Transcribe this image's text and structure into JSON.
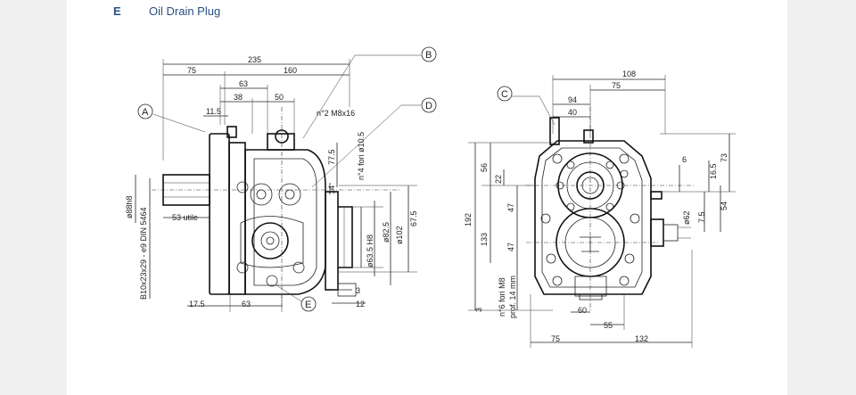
{
  "legend": {
    "letter": "E",
    "text": "Oil Drain Plug"
  },
  "callouts": {
    "a": "A",
    "b": "B",
    "c": "C",
    "d": "D",
    "e": "E"
  },
  "left_view": {
    "dim_235": "235",
    "dim_75": "75",
    "dim_160": "160",
    "dim_63_top": "63",
    "dim_38": "38",
    "dim_50": "50",
    "dim_11_5": "11.5",
    "note_m8": "n°2 M8x16",
    "note_holes": "n°4 fori ø10.5",
    "dim_77_5": "77.5",
    "dim_14": "14",
    "dim_phi88": "ø88h8",
    "dim_53": "53 utile",
    "note_spline": "B10x23x29 - e9 DIN 5464",
    "dim_phi82_5": "ø82.5",
    "dim_phi102": "ø102",
    "dim_67_5": "67.5",
    "dim_phi63_5": "ø63.5 H8",
    "dim_3": "3",
    "dim_12": "12",
    "dim_17_5": "17.5",
    "dim_63_bottom": "63"
  },
  "right_view": {
    "dim_108": "108",
    "dim_75_top": "75",
    "dim_94": "94",
    "dim_40": "40",
    "dim_56": "56",
    "dim_22": "22",
    "dim_47_upper": "47",
    "dim_192": "192",
    "dim_133": "133",
    "dim_47_lower": "47",
    "dim_6": "6",
    "dim_16_5": "16.5",
    "dim_73": "73",
    "dim_phi62": "ø62",
    "dim_7_5": "7.5",
    "dim_54": "54",
    "note_m8": "n°6 fori M8",
    "note_prof": "prof. 14 mm",
    "dim_3": "3",
    "dim_60": "60",
    "dim_55": "55",
    "dim_75_bottom": "75",
    "dim_132": "132"
  }
}
